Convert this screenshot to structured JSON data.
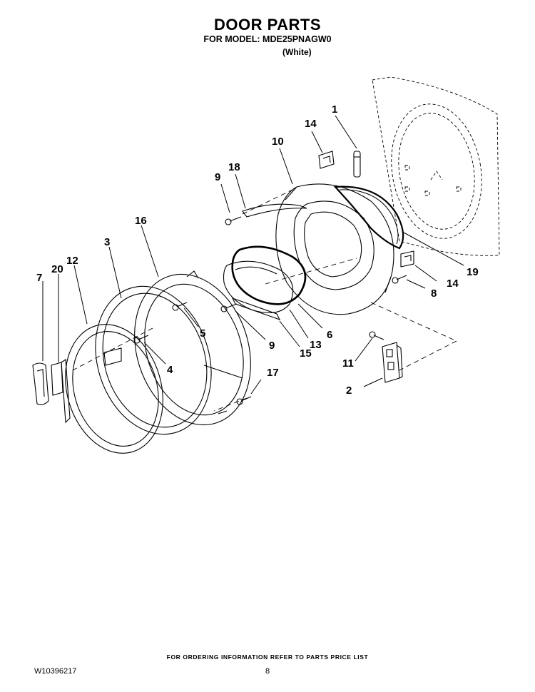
{
  "header": {
    "title": "DOOR PARTS",
    "model_line": "FOR MODEL: MDE25PNAGW0",
    "color_line": "(White)"
  },
  "callouts": [
    "1",
    "2",
    "3",
    "4",
    "5",
    "6",
    "7",
    "8",
    "9",
    "9",
    "10",
    "11",
    "12",
    "13",
    "14",
    "14",
    "15",
    "16",
    "17",
    "18",
    "19",
    "20"
  ],
  "footer": {
    "ordering_note": "FOR ORDERING INFORMATION REFER TO PARTS PRICE LIST",
    "doc_number": "W10396217",
    "page_number": "8"
  }
}
